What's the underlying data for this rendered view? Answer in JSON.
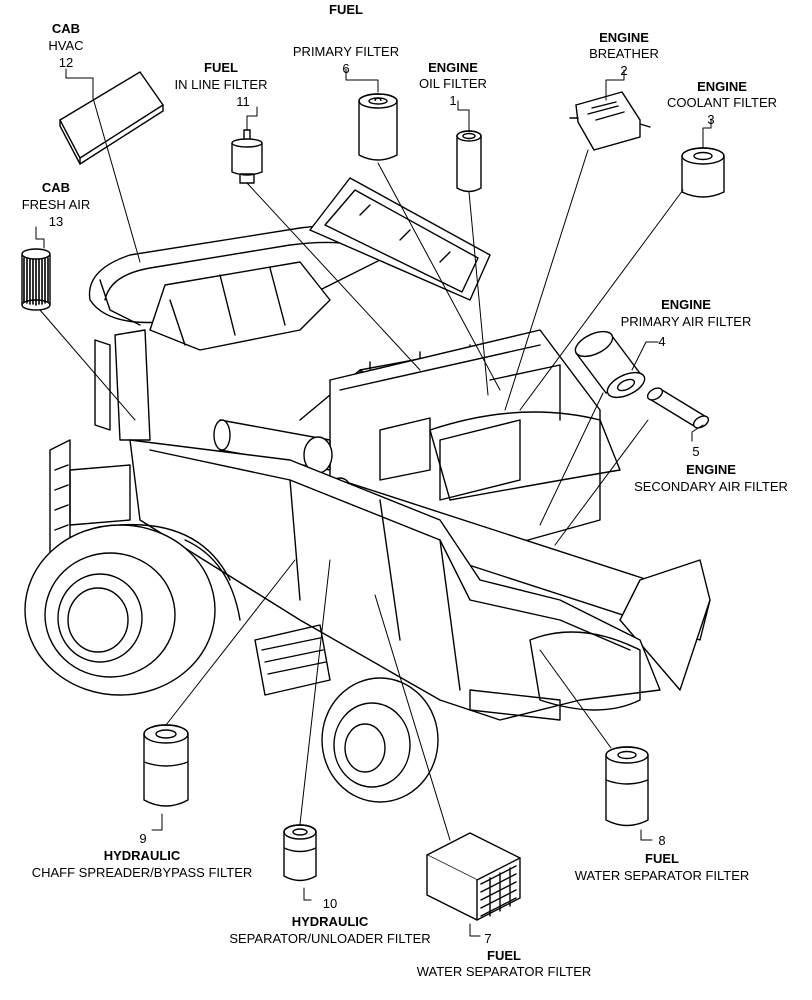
{
  "callouts": [
    {
      "id": "c1",
      "number": "1",
      "category": "ENGINE",
      "name": "OIL FILTER"
    },
    {
      "id": "c2",
      "number": "2",
      "category": "ENGINE",
      "name": "BREATHER"
    },
    {
      "id": "c3",
      "number": "3",
      "category": "ENGINE",
      "name": "COOLANT FILTER"
    },
    {
      "id": "c4",
      "number": "4",
      "category": "ENGINE",
      "name": "PRIMARY AIR FILTER"
    },
    {
      "id": "c5",
      "number": "5",
      "category": "ENGINE",
      "name": "SECONDARY AIR FILTER"
    },
    {
      "id": "c6",
      "number": "6",
      "category": "FUEL",
      "name": "PRIMARY FILTER"
    },
    {
      "id": "c7",
      "number": "7",
      "category": "FUEL",
      "name": "WATER SEPARATOR FILTER"
    },
    {
      "id": "c8",
      "number": "8",
      "category": "FUEL",
      "name": "WATER SEPARATOR FILTER"
    },
    {
      "id": "c9",
      "number": "9",
      "category": "HYDRAULIC",
      "name": "CHAFF SPREADER/BYPASS FILTER"
    },
    {
      "id": "c10",
      "number": "10",
      "category": "HYDRAULIC",
      "name": "SEPARATOR/UNLOADER FILTER"
    },
    {
      "id": "c11",
      "number": "11",
      "category": "FUEL",
      "name": "IN LINE FILTER"
    },
    {
      "id": "c12",
      "number": "12",
      "category": "CAB",
      "name": "HVAC"
    },
    {
      "id": "c13",
      "number": "13",
      "category": "CAB",
      "name": "FRESH AIR"
    }
  ]
}
